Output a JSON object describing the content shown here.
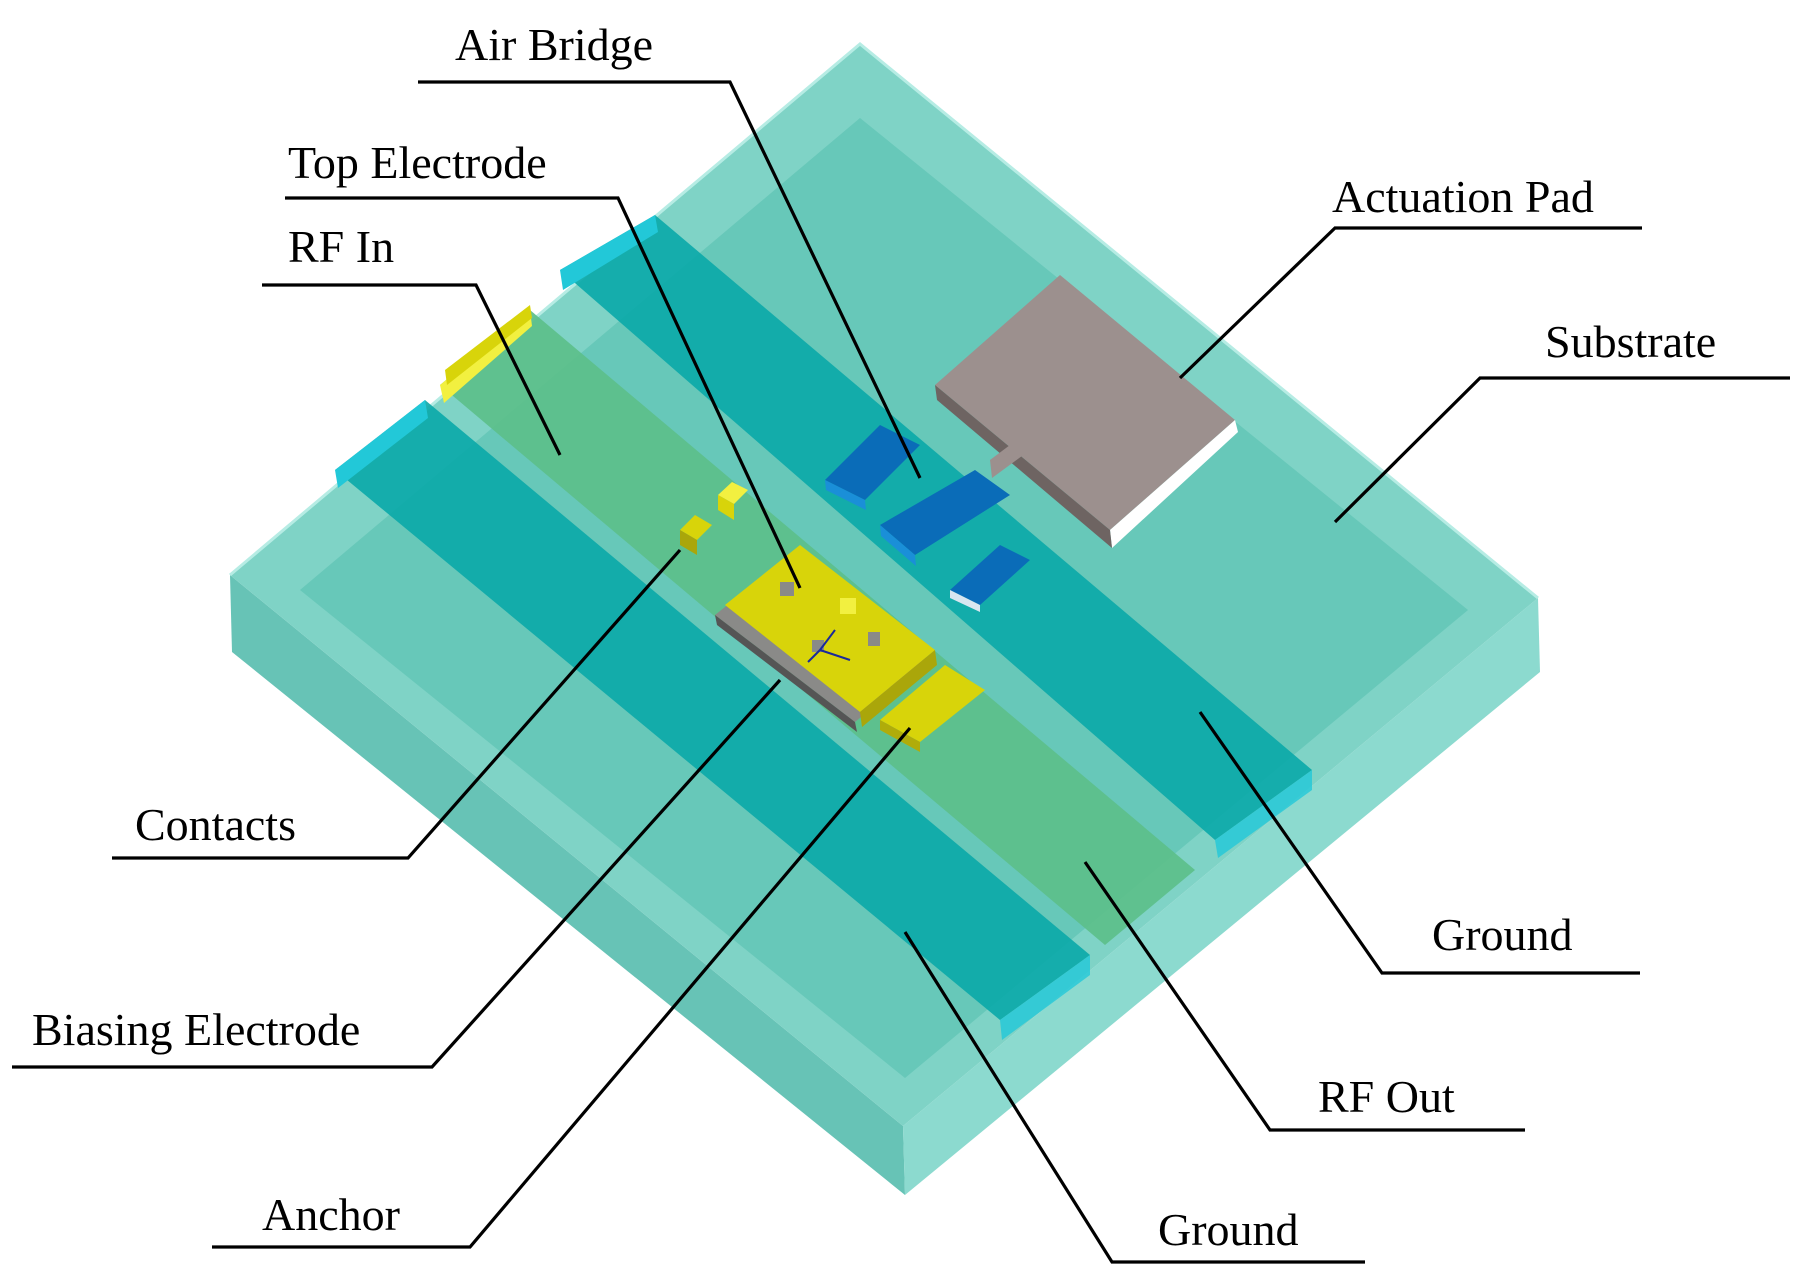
{
  "labels": {
    "air_bridge": "Air Bridge",
    "top_electrode": "Top Electrode",
    "rf_in": "RF In",
    "actuation_pad": "Actuation Pad",
    "substrate": "Substrate",
    "contacts": "Contacts",
    "ground_right": "Ground",
    "biasing_electrode": "Biasing Electrode",
    "rf_out": "RF Out",
    "anchor": "Anchor",
    "ground_bottom": "Ground"
  },
  "colors": {
    "substrate_top": "#7fd6c8",
    "substrate_left": "#5fc0b2",
    "substrate_right": "#8adcd0",
    "ground_line": "#0aa7a8",
    "ground_line_edge": "#22c8d8",
    "signal_line": "#5cc08a",
    "gold": "#d8d40a",
    "gold_light": "#f2f040",
    "actuation_pad": "#9c908e",
    "air_bridge": "#0a6cb8",
    "leader": "#000000"
  }
}
